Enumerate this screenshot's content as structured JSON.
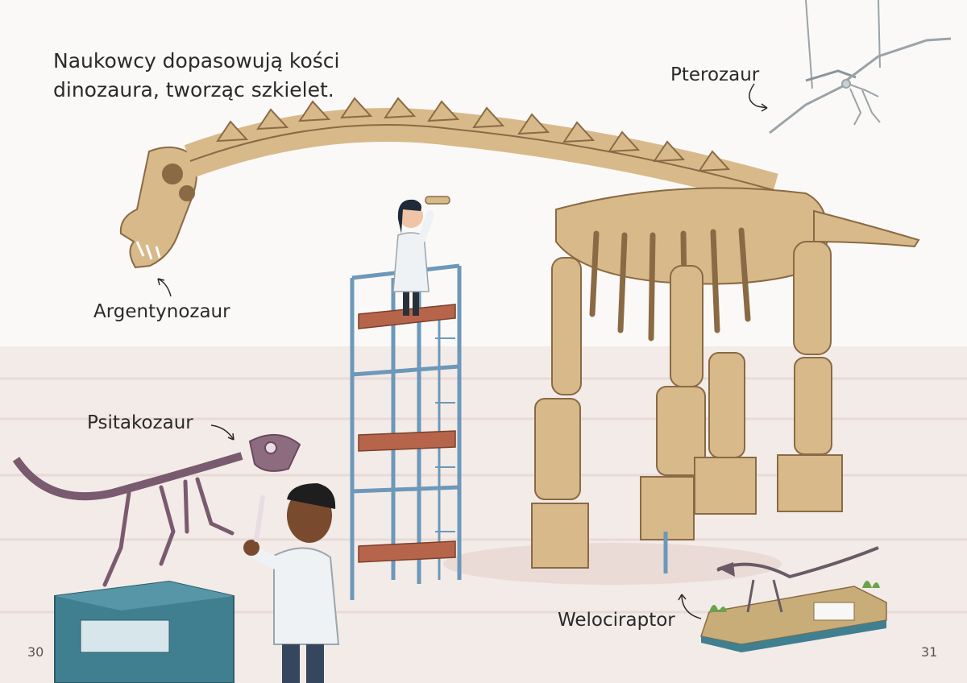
{
  "caption": {
    "line1": "Naukowcy dopasowują kości",
    "line2": "dinozaura, tworząc szkielet."
  },
  "labels": {
    "argentinosaurus": "Argentynozaur",
    "pterosaur": "Pterozaur",
    "psittacosaurus": "Psitakozaur",
    "velociraptor": "Welociraptor"
  },
  "page_numbers": {
    "left": "30",
    "right": "31"
  },
  "colors": {
    "background": "#fbf9f7",
    "floor": "#f1e9e6",
    "bone": "#d8b98a",
    "bone_outline": "#8a6a44",
    "purple_bone": "#7a5a6e",
    "scaffold": "#6c98ba",
    "plank": "#b7654a",
    "plinth": "#3f7f90",
    "lab_coat": "#eef2f4"
  }
}
